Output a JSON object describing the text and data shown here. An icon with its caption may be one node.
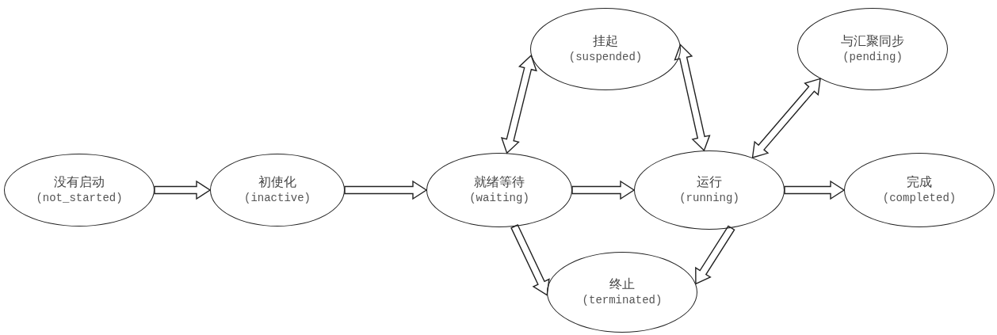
{
  "diagram": {
    "nodes": [
      {
        "text": [
          "没有启动",
          "(not_started)"
        ]
      },
      {
        "text": [
          "初使化",
          "(inactive)"
        ]
      },
      {
        "text": [
          "就绪等待",
          "(waiting)"
        ]
      },
      {
        "text": [
          "挂起",
          "(suspended)"
        ]
      },
      {
        "text": [
          "终止",
          "(terminated)"
        ]
      },
      {
        "text": [
          "运行",
          "(running)"
        ]
      },
      {
        "text": [
          "与汇聚同步",
          "(pending)"
        ]
      },
      {
        "text": [
          "完成",
          "(completed)"
        ]
      }
    ],
    "edges": [
      {
        "from": 0,
        "to": 1,
        "arrow": "to"
      },
      {
        "from": 1,
        "to": 2,
        "arrow": "to"
      },
      {
        "from": 2,
        "to": 3,
        "arrow": "both"
      },
      {
        "from": 2,
        "to": 5,
        "arrow": "to"
      },
      {
        "from": 2,
        "to": 4,
        "arrow": "to"
      },
      {
        "from": 3,
        "to": 5,
        "arrow": "both"
      },
      {
        "from": 5,
        "to": 6,
        "arrow": "both"
      },
      {
        "from": 5,
        "to": 4,
        "arrow": "to"
      },
      {
        "from": 5,
        "to": 7,
        "arrow": "to"
      }
    ]
  }
}
